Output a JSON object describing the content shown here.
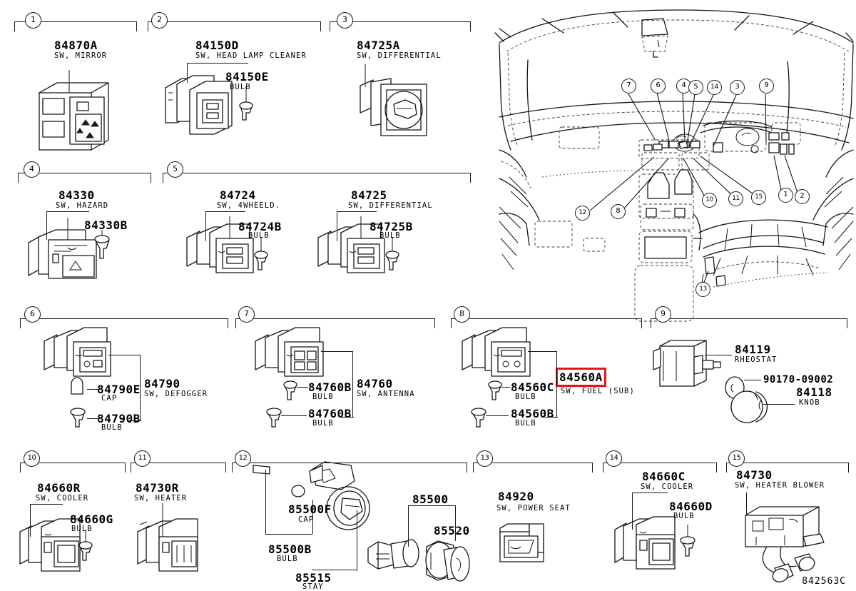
{
  "document": {
    "drawing_id": "842563C",
    "accent_highlight_color": "#ee1111",
    "line_color": "#151515"
  },
  "groups": [
    {
      "num": "1",
      "parts": [
        {
          "number": "84870A",
          "desc": "SW, MIRROR"
        }
      ]
    },
    {
      "num": "2",
      "parts": [
        {
          "number": "84150D",
          "desc": "SW, HEAD LAMP CLEANER"
        },
        {
          "number": "84150E",
          "desc": "BULB"
        }
      ]
    },
    {
      "num": "3",
      "parts": [
        {
          "number": "84725A",
          "desc": "SW, DIFFERENTIAL"
        }
      ]
    },
    {
      "num": "4",
      "parts": [
        {
          "number": "84330",
          "desc": "SW, HAZARD"
        },
        {
          "number": "84330B",
          "desc": ""
        }
      ]
    },
    {
      "num": "5",
      "parts": [
        {
          "number": "84724",
          "desc": "SW, 4WHEELD."
        },
        {
          "number": "84724B",
          "desc": "BULB"
        },
        {
          "number": "84725",
          "desc": "SW, DIFFERENTIAL"
        },
        {
          "number": "84725B",
          "desc": "BULB"
        }
      ]
    },
    {
      "num": "6",
      "parts": [
        {
          "number": "84790",
          "desc": "SW, DEFOGGER"
        },
        {
          "number": "84790E",
          "desc": "CAP"
        },
        {
          "number": "84790B",
          "desc": "BULB"
        }
      ]
    },
    {
      "num": "7",
      "parts": [
        {
          "number": "84760",
          "desc": "SW, ANTENNA"
        },
        {
          "number": "84760B",
          "desc": "BULB"
        },
        {
          "number": "84760B",
          "desc": "BULB"
        }
      ]
    },
    {
      "num": "8",
      "parts": [
        {
          "number": "84560A",
          "desc": "SW, FUEL (SUB)",
          "highlighted": true
        },
        {
          "number": "84560C",
          "desc": "BULB"
        },
        {
          "number": "84560B",
          "desc": "BULB"
        }
      ]
    },
    {
      "num": "9",
      "parts": [
        {
          "number": "84119",
          "desc": "RHEOSTAT"
        },
        {
          "number": "90170-09002",
          "desc": ""
        },
        {
          "number": "84118",
          "desc": "KNOB"
        }
      ]
    },
    {
      "num": "10",
      "parts": [
        {
          "number": "84660R",
          "desc": "SW, COOLER"
        },
        {
          "number": "84660G",
          "desc": "BULB"
        }
      ]
    },
    {
      "num": "11",
      "parts": [
        {
          "number": "84730R",
          "desc": "SW, HEATER"
        }
      ]
    },
    {
      "num": "12",
      "parts": [
        {
          "number": "85500F",
          "desc": "CAP"
        },
        {
          "number": "85500B",
          "desc": "BULB"
        },
        {
          "number": "85515",
          "desc": "STAY"
        },
        {
          "number": "85500",
          "desc": ""
        },
        {
          "number": "85520",
          "desc": ""
        }
      ]
    },
    {
      "num": "13",
      "parts": [
        {
          "number": "84920",
          "desc": "SW, POWER SEAT"
        }
      ]
    },
    {
      "num": "14",
      "parts": [
        {
          "number": "84660C",
          "desc": "SW, COOLER"
        },
        {
          "number": "84660D",
          "desc": "BULB"
        }
      ]
    },
    {
      "num": "15",
      "parts": [
        {
          "number": "84730",
          "desc": "SW, HEATER BLOWER"
        }
      ]
    }
  ],
  "labels": {
    "g1_p1_num": "84870A",
    "g1_p1_desc": "SW, MIRROR",
    "g2_p1_num": "84150D",
    "g2_p1_desc": "SW, HEAD LAMP CLEANER",
    "g2_p2_num": "84150E",
    "g2_p2_desc": "BULB",
    "g3_p1_num": "84725A",
    "g3_p1_desc": "SW, DIFFERENTIAL",
    "g4_p1_num": "84330",
    "g4_p1_desc": "SW, HAZARD",
    "g4_p2_num": "84330B",
    "g5_p1_num": "84724",
    "g5_p1_desc": "SW, 4WHEELD.",
    "g5_p2_num": "84724B",
    "g5_p2_desc": "BULB",
    "g5_p3_num": "84725",
    "g5_p3_desc": "SW, DIFFERENTIAL",
    "g5_p4_num": "84725B",
    "g5_p4_desc": "BULB",
    "g6_p1_num": "84790",
    "g6_p1_desc": "SW, DEFOGGER",
    "g6_p2_num": "84790E",
    "g6_p2_desc": "CAP",
    "g6_p3_num": "84790B",
    "g6_p3_desc": "BULB",
    "g7_p1_num": "84760",
    "g7_p1_desc": "SW, ANTENNA",
    "g7_p2_num": "84760B",
    "g7_p2_desc": "BULB",
    "g7_p3_num": "84760B",
    "g7_p3_desc": "BULB",
    "g8_p1_num": "84560A",
    "g8_p1_desc": "SW, FUEL (SUB)",
    "g8_p2_num": "84560C",
    "g8_p2_desc": "BULB",
    "g8_p3_num": "84560B",
    "g8_p3_desc": "BULB",
    "g9_p1_num": "84119",
    "g9_p1_desc": "RHEOSTAT",
    "g9_p2_num": "90170-09002",
    "g9_p3_num": "84118",
    "g9_p3_desc": "KNOB",
    "g10_p1_num": "84660R",
    "g10_p1_desc": "SW, COOLER",
    "g10_p2_num": "84660G",
    "g10_p2_desc": "BULB",
    "g11_p1_num": "84730R",
    "g11_p1_desc": "SW, HEATER",
    "g12_p1_num": "85500F",
    "g12_p1_desc": "CAP",
    "g12_p2_num": "85500B",
    "g12_p2_desc": "BULB",
    "g12_p3_num": "85515",
    "g12_p3_desc": "STAY",
    "g12_p4_num": "85500",
    "g12_p5_num": "85520",
    "g13_p1_num": "84920",
    "g13_p1_desc": "SW, POWER SEAT",
    "g14_p1_num": "84660C",
    "g14_p1_desc": "SW, COOLER",
    "g14_p2_num": "84660D",
    "g14_p2_desc": "BULB",
    "g15_p1_num": "84730",
    "g15_p1_desc": "SW, HEATER BLOWER"
  },
  "group_numbers": {
    "n1": "1",
    "n2": "2",
    "n3": "3",
    "n4": "4",
    "n5": "5",
    "n6": "6",
    "n7": "7",
    "n8": "8",
    "n9": "9",
    "n10": "10",
    "n11": "11",
    "n12": "12",
    "n13": "13",
    "n14": "14",
    "n15": "15"
  },
  "vehicle_callouts": {
    "upper": [
      "7",
      "6",
      "4",
      "5",
      "14",
      "3",
      "9"
    ],
    "lower": [
      "12",
      "8",
      "10",
      "11",
      "15",
      "1",
      "2",
      "13"
    ],
    "c7": "7",
    "c6": "6",
    "c4": "4",
    "c5": "5",
    "c14": "14",
    "c3": "3",
    "c9": "9",
    "c12": "12",
    "c8": "8",
    "c10": "10",
    "c11": "11",
    "c15": "15",
    "c1": "1",
    "c2": "2",
    "c13": "13"
  }
}
